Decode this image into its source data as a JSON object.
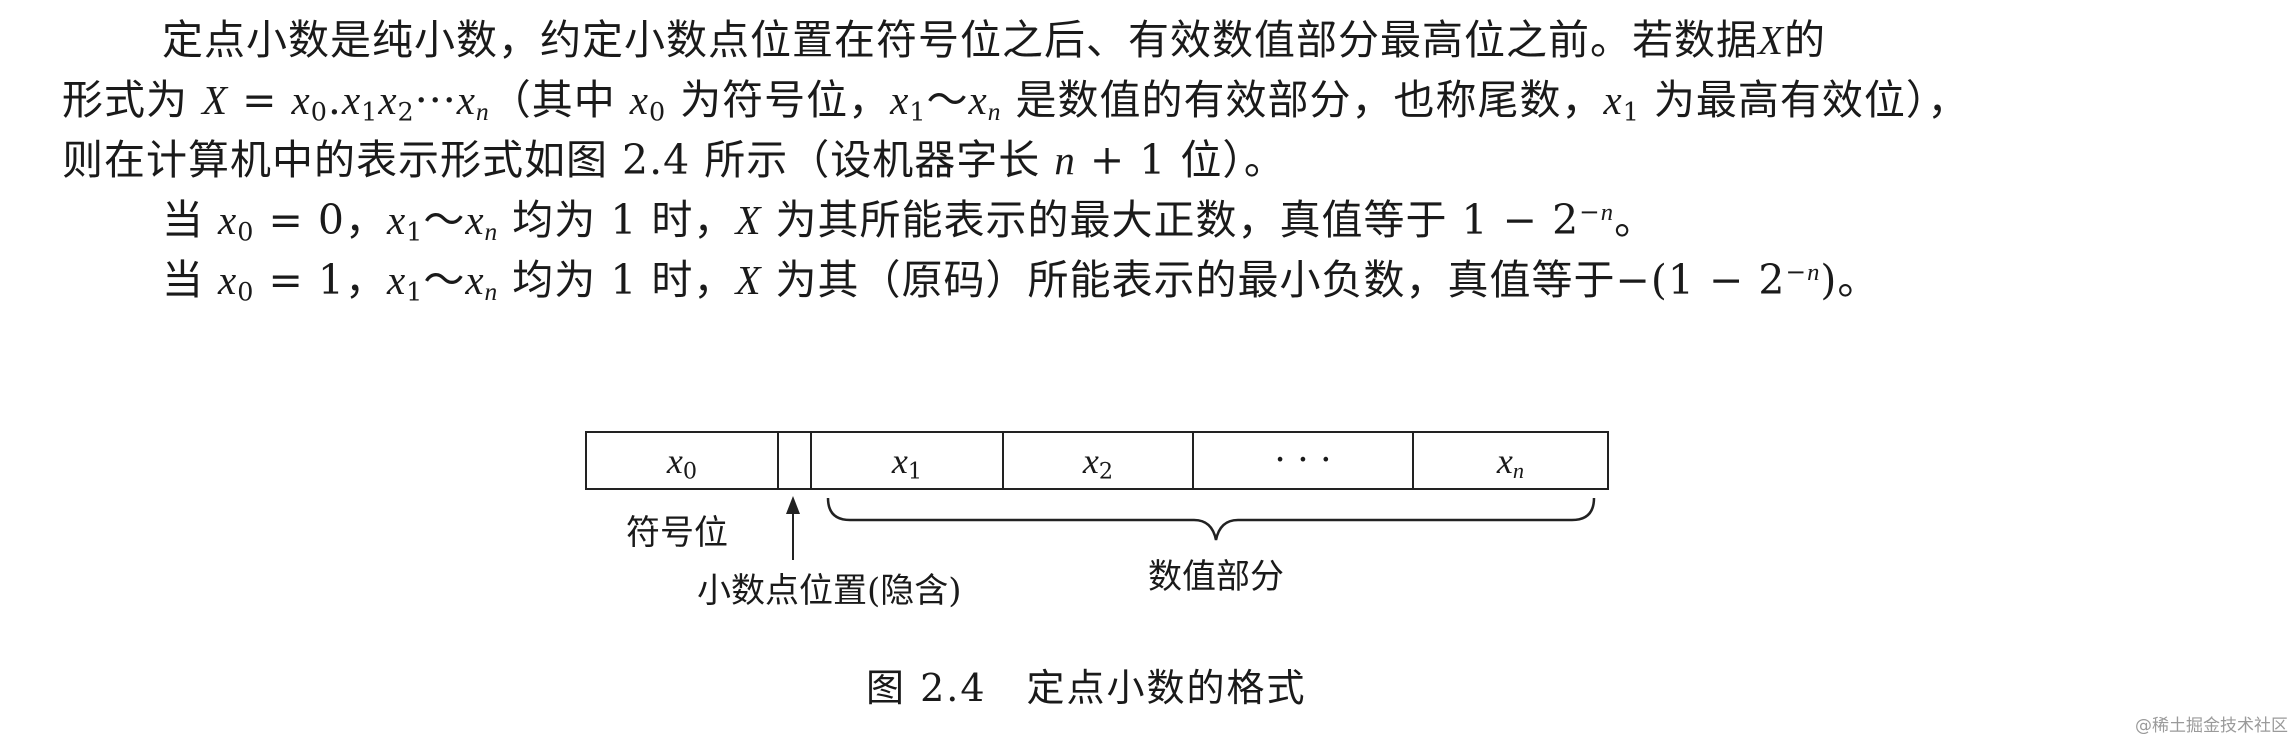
{
  "paragraph": {
    "line1": "定点小数是纯小数，约定小数点位置在符号位之后、有效数值部分最高位之前。若数据",
    "line1_var": "X",
    "line1_end": "的",
    "line2_a": "形式为",
    "line2_b": "（其中",
    "line2_c": "为符号位，",
    "line2_d": "是数值的有效部分，也称尾数，",
    "line2_e": "为最高有效位），",
    "line3_a": "则在计算机中的表示形式如图 2.4 所示（设机器字长",
    "line3_b": "+ 1 位）。",
    "line4_a": "当",
    "line4_b": "= 0，",
    "line4_c": "均为 1 时，",
    "line4_d": "为其所能表示的最大正数，真值等于 1 − 2",
    "line4_e": "。",
    "line5_a": "当",
    "line5_b": "= 1，",
    "line5_c": "均为 1 时，",
    "line5_d": "为其（原码）所能表示的最小负数，真值等于−(1 − 2",
    "line5_e": ")。"
  },
  "figure": {
    "cells": [
      "x0",
      "",
      "x1",
      "x2",
      "···",
      "xn"
    ],
    "sign_label": "符号位",
    "point_label": "小数点位置(隐含)",
    "value_label": "数值部分",
    "caption": "图 2.4　定点小数的格式"
  },
  "watermark": "@稀土掘金技术社区"
}
